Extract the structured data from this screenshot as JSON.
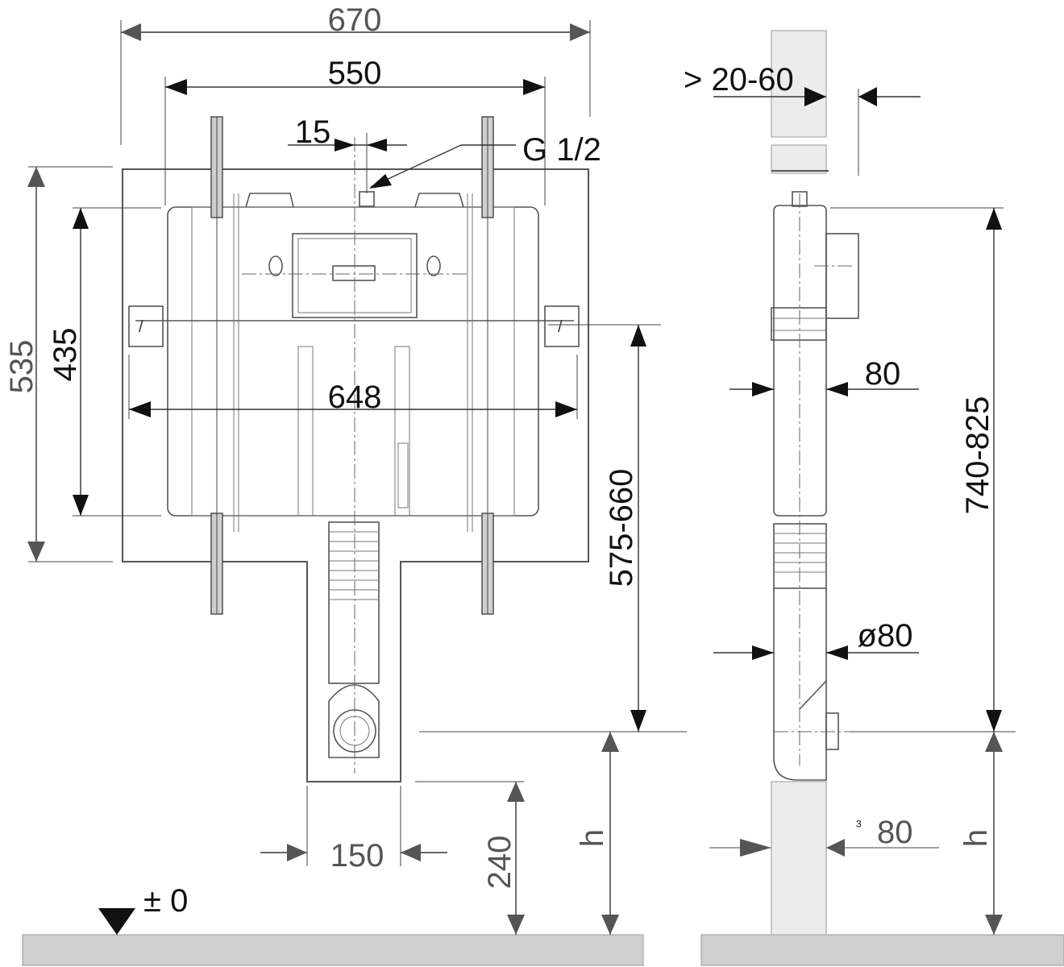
{
  "front_view": {
    "overall_width": "670",
    "bracket_span": "550",
    "offset": "15",
    "inlet": "G 1/2",
    "frame_height": "535",
    "bracket_height": "435",
    "body_width": "648",
    "outlet_height": "575-660",
    "outlet_width": "150",
    "frame_bottom": "240",
    "height_var": "h",
    "floor_level": "± 0"
  },
  "side_view": {
    "wall_gap": "> 20-60",
    "depth": "80",
    "pipe_diameter": "ø80",
    "total_height": "740-825",
    "height_var": "h",
    "min_wall_prefix": "³",
    "min_wall": "80"
  }
}
